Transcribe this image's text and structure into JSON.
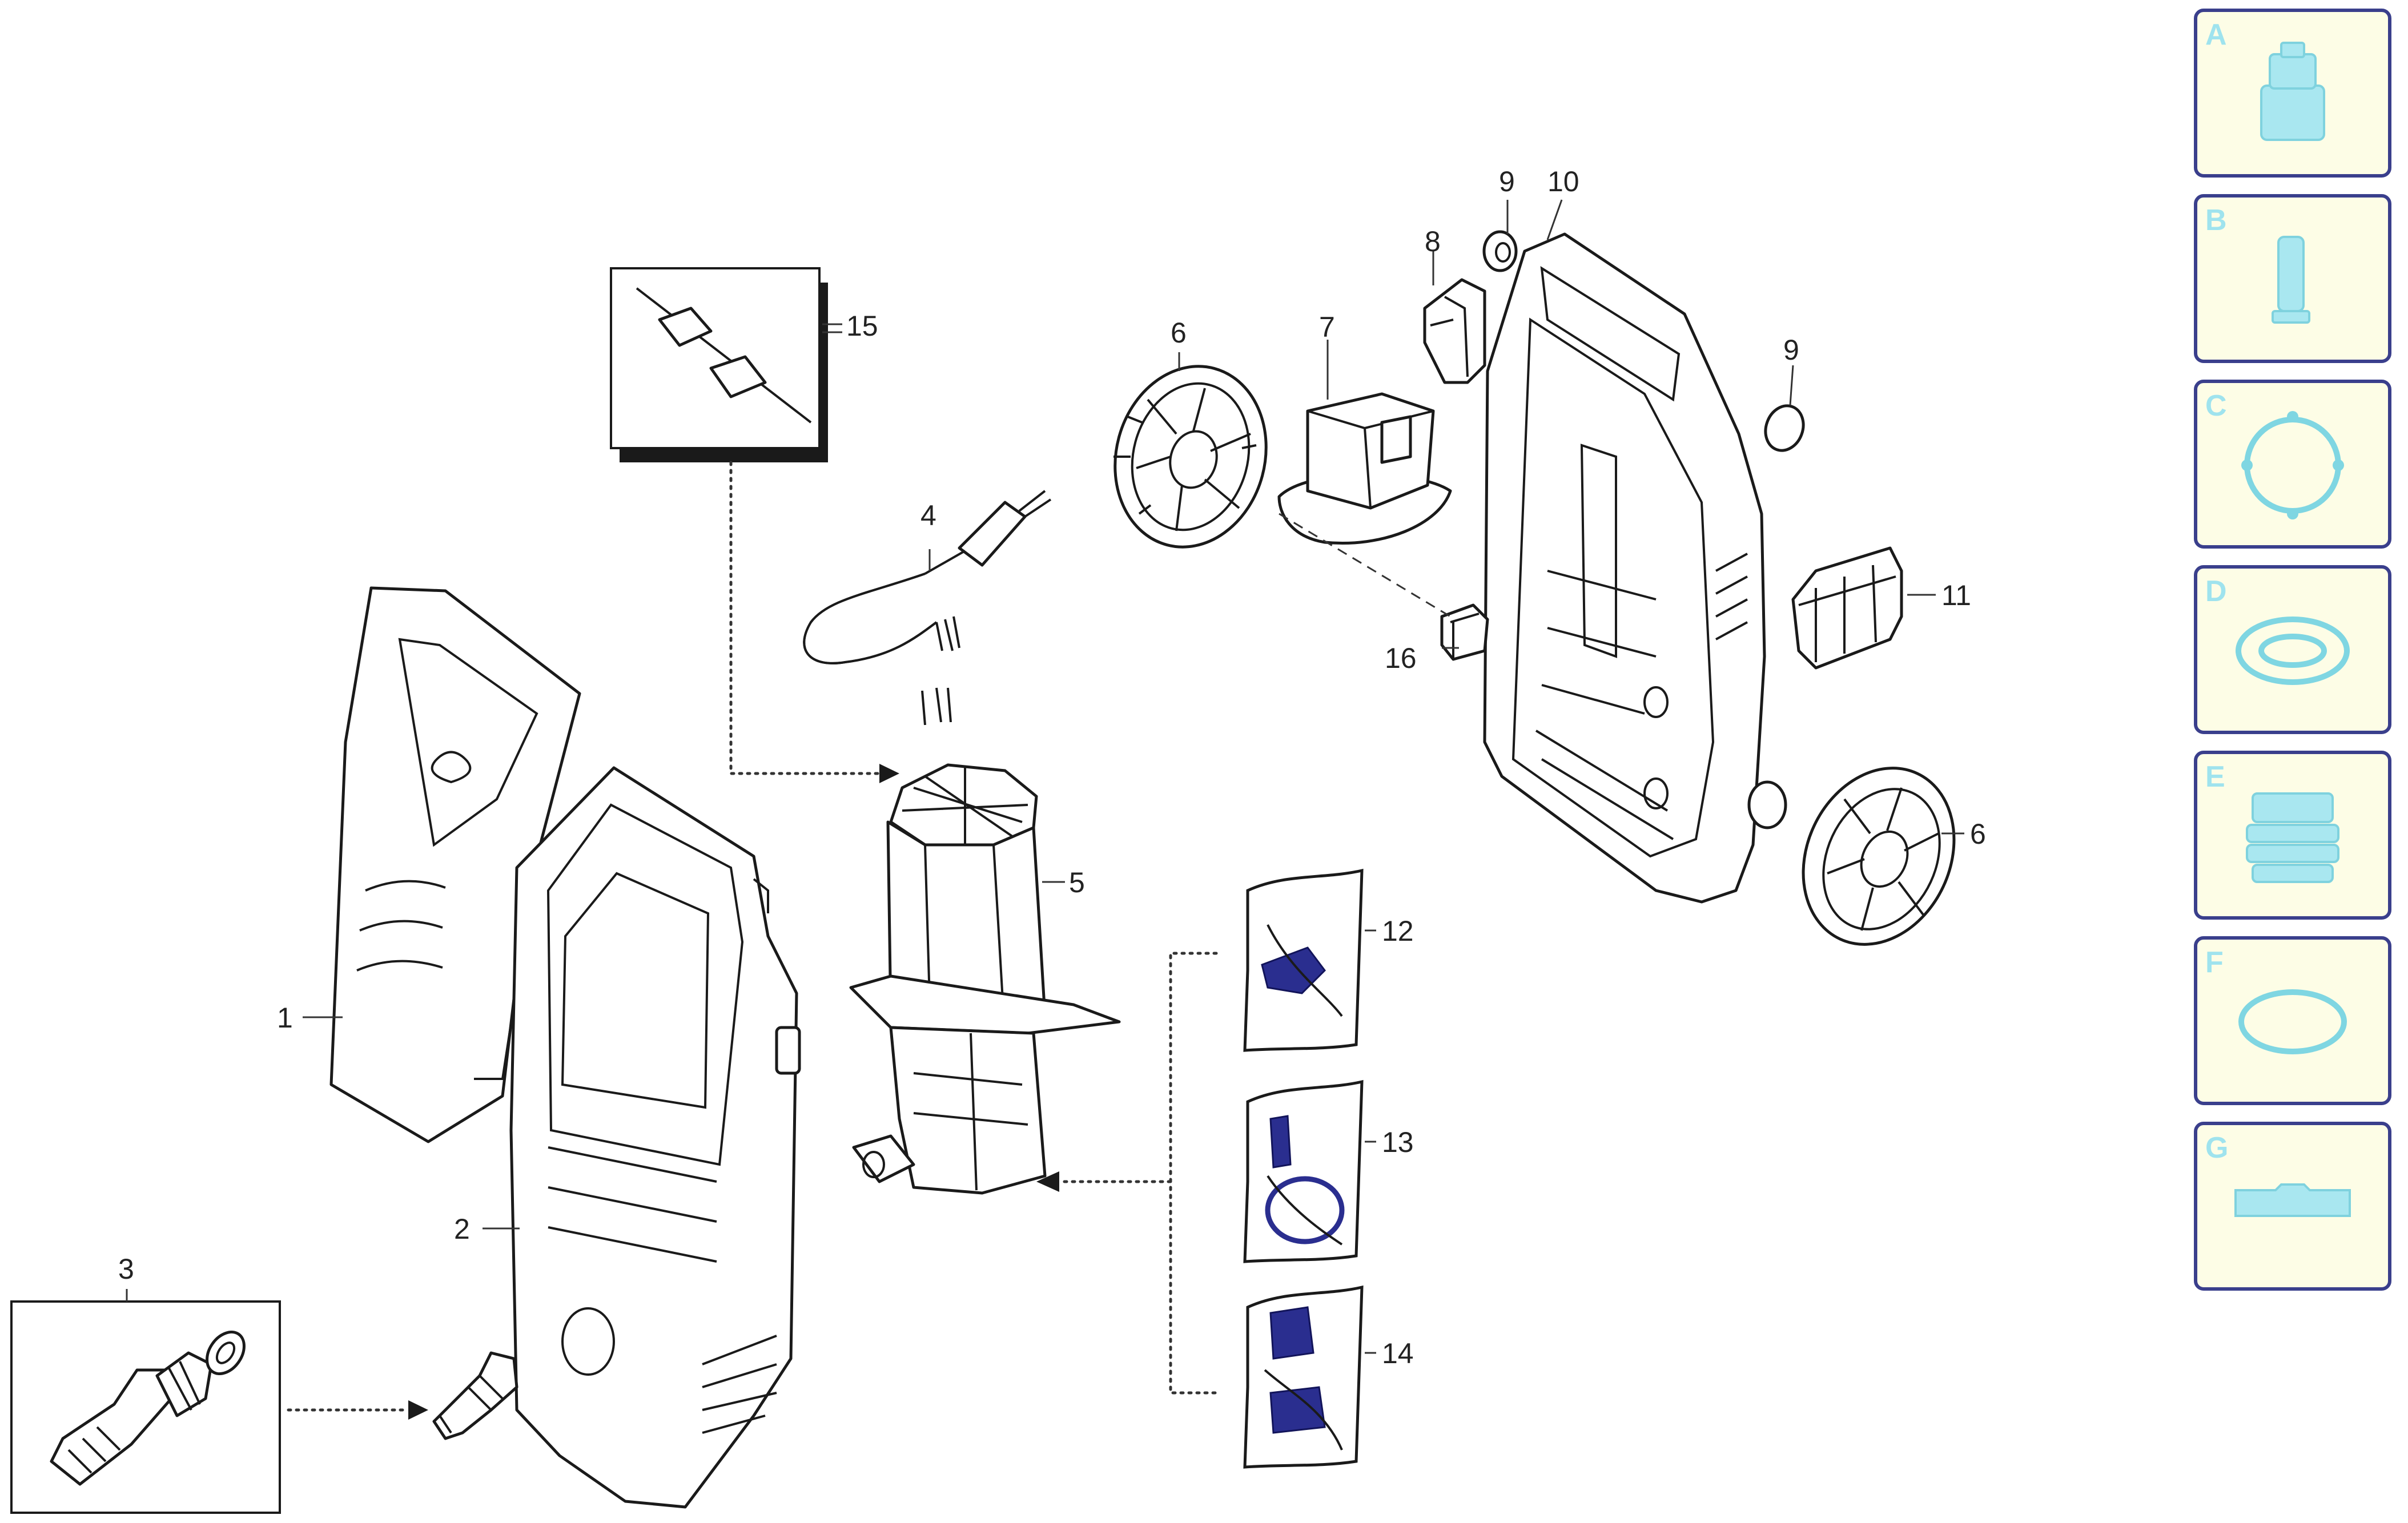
{
  "callouts": {
    "c1": "1",
    "c2": "2",
    "c3": "3",
    "c4": "4",
    "c5": "5",
    "c6a": "6",
    "c6b": "6",
    "c7": "7",
    "c8": "8",
    "c9a": "9",
    "c9b": "9",
    "c10": "10",
    "c11": "11",
    "c12": "12",
    "c13": "13",
    "c14": "14",
    "c15": "15",
    "c16": "16"
  },
  "key_panel": [
    {
      "letter": "A",
      "icon": "nozzle-icon"
    },
    {
      "letter": "B",
      "icon": "filter-cartridge-icon"
    },
    {
      "letter": "C",
      "icon": "o-ring-icon"
    },
    {
      "letter": "D",
      "icon": "seal-washer-icon"
    },
    {
      "letter": "E",
      "icon": "threaded-fitting-icon"
    },
    {
      "letter": "F",
      "icon": "oval-gasket-icon"
    },
    {
      "letter": "G",
      "icon": "clip-bracket-icon"
    }
  ],
  "colors": {
    "line": "#1a1a1a",
    "key_border": "#3a3f8c",
    "key_fill": "#fdfde6",
    "key_icon": "#a9e7f0",
    "bag_part": "#2a2e8f"
  }
}
